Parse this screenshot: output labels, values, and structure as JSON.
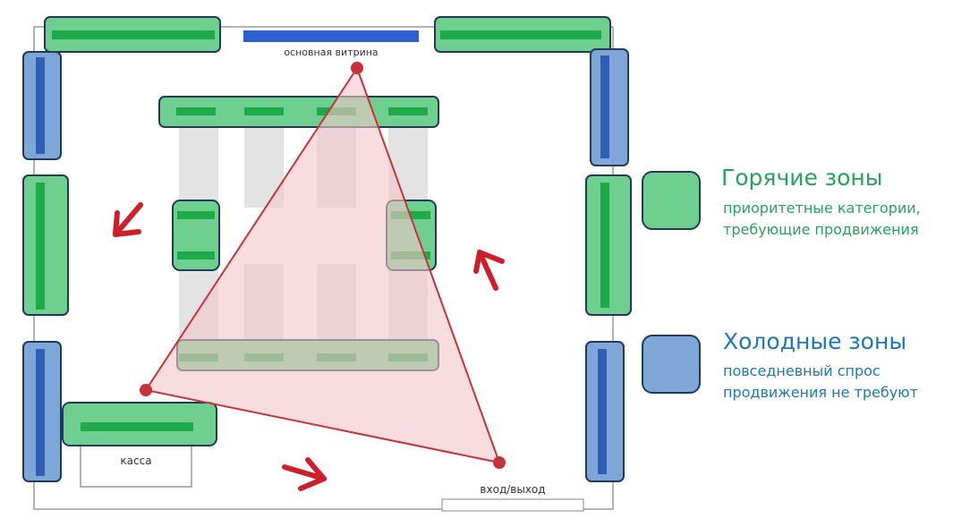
{
  "labels": {
    "main_window": "основная витрина",
    "checkout": "касса",
    "entrance": "вход/выход"
  },
  "legend": {
    "hot": {
      "title": "Горячие зоны",
      "line1": "приоритетные категории,",
      "line2": "требующие продвижения"
    },
    "cold": {
      "title": "Холодные зоны",
      "line1": "повседневный спрос",
      "line2": "продвижения не требуют"
    }
  },
  "colors": {
    "hot_fill": "#6fcf8f",
    "hot_bar": "#1faa4a",
    "cold_fill": "#7ea6d6",
    "cold_bar": "#2f5fb5",
    "outline": "#1f3a5a",
    "triangle": "#c8323c",
    "triangle_fill": "#f4c6c8",
    "arrow": "#cc1f2a",
    "hot_text": "#27a35a",
    "cold_text": "#1f78b4"
  }
}
